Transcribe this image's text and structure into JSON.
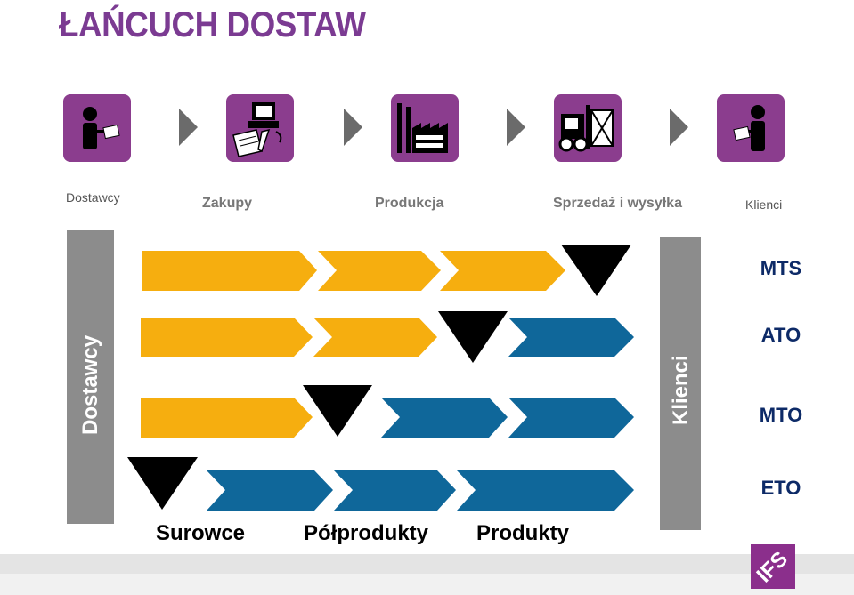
{
  "title": "ŁAŃCUCH DOSTAW",
  "colors": {
    "title": "#7b3b92",
    "icon_bg": "#8b3d8e",
    "arrow_connector": "#6b6b6b",
    "raw_material": "#f6ae0f",
    "product": "#0f679a",
    "inventory_point": "#000000",
    "side_bar": "#8c8c8c",
    "strategy_text": "#0d2a67"
  },
  "stages": [
    {
      "icon": "supplier-person-icon",
      "label": "Dostawcy"
    },
    {
      "icon": "purchasing-computer-icon",
      "label": "Zakupy"
    },
    {
      "icon": "factory-icon",
      "label": "Produkcja"
    },
    {
      "icon": "forklift-icon",
      "label": "Sprzedaż i wysyłka"
    },
    {
      "icon": "customer-person-icon",
      "label": "Klienci"
    }
  ],
  "left_bar_label": "Dostawcy",
  "right_bar_label": "Klienci",
  "strategies": [
    "MTS",
    "ATO",
    "MTO",
    "ETO"
  ],
  "bottom_labels": [
    "Surowce",
    "Półprodukty",
    "Produkty"
  ],
  "logo_text": "IFS"
}
